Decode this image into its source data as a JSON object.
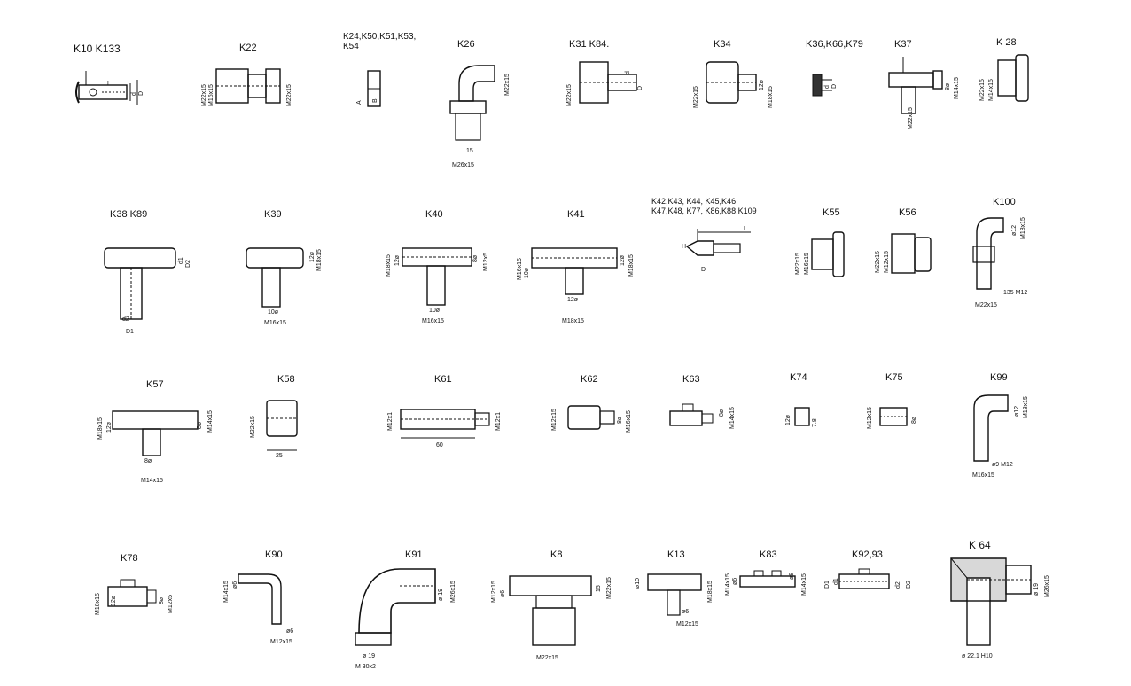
{
  "parts": [
    {
      "id": "k10",
      "label": "K10  K133",
      "dims": [
        "L",
        "D",
        "d"
      ]
    },
    {
      "id": "k22",
      "label": "K22",
      "dims": [
        "M22x15",
        "M16x15",
        "M22x15"
      ]
    },
    {
      "id": "k24",
      "label_lines": [
        "K24,K50,K51,K53,",
        "K54"
      ],
      "dims": [
        "A",
        "B"
      ]
    },
    {
      "id": "k26",
      "label": "K26",
      "dims": [
        "M22x15",
        "15",
        "M26x15"
      ]
    },
    {
      "id": "k31",
      "label": "K31 K84.",
      "dims": [
        "M22x15",
        "d",
        "D"
      ]
    },
    {
      "id": "k34",
      "label": "K34",
      "dims": [
        "M22x15",
        "12ø",
        "M18x15"
      ]
    },
    {
      "id": "k36",
      "label": "K36,K66,K79",
      "dims": [
        "d",
        "D"
      ]
    },
    {
      "id": "k37",
      "label": "K37",
      "dims": [
        "8ø",
        "M14x15",
        "M22x15"
      ]
    },
    {
      "id": "k28",
      "label": "K 28",
      "dims": [
        "M22x15",
        "M14x15"
      ]
    },
    {
      "id": "k38",
      "label": "K38 K89",
      "dims": [
        "d1",
        "D2",
        "d2",
        "D1"
      ]
    },
    {
      "id": "k39",
      "label": "K39",
      "dims": [
        "12ø",
        "M18x15",
        "10ø",
        "M16x15"
      ]
    },
    {
      "id": "k40",
      "label": "K40",
      "dims": [
        "M18x15",
        "12ø",
        "8ø",
        "M12x5",
        "10ø",
        "M16x15"
      ]
    },
    {
      "id": "k41",
      "label": "K41",
      "dims": [
        "M16x15",
        "10ø",
        "12ø",
        "M18x15",
        "12ø",
        "M18x15"
      ]
    },
    {
      "id": "k42",
      "label_lines": [
        "K42,K43, K44, K45,K46",
        "K47,K48, K77, K86,K88,K109"
      ],
      "dims": [
        "H",
        "D",
        "L"
      ]
    },
    {
      "id": "k55",
      "label": "K55",
      "dims": [
        "M22x15",
        "M16x15"
      ]
    },
    {
      "id": "k56",
      "label": "K56",
      "dims": [
        "M22x15",
        "M12x15"
      ]
    },
    {
      "id": "k100",
      "label": "K100",
      "dims": [
        "ø12",
        "M18x15",
        "135 M12",
        "M22x15"
      ]
    },
    {
      "id": "k57",
      "label": "K57",
      "dims": [
        "M18x15",
        "12ø",
        "8ø",
        "M14x15",
        "8ø",
        "M14x15"
      ]
    },
    {
      "id": "k58",
      "label": "K58",
      "dims": [
        "M22x15",
        "25"
      ]
    },
    {
      "id": "k61",
      "label": "K61",
      "dims": [
        "M12x1",
        "60",
        "M12x1"
      ]
    },
    {
      "id": "k62",
      "label": "K62",
      "dims": [
        "M12x15",
        "8ø",
        "M16x15"
      ]
    },
    {
      "id": "k63",
      "label": "K63",
      "dims": [
        "8ø",
        "M14x15"
      ]
    },
    {
      "id": "k74",
      "label": "K74",
      "dims": [
        "12ø",
        "7.8"
      ]
    },
    {
      "id": "k75",
      "label": "K75",
      "dims": [
        "M12x15",
        "8ø"
      ]
    },
    {
      "id": "k99",
      "label": "K99",
      "dims": [
        "ø12",
        "M18x15",
        "ø9 M12",
        "M16x15"
      ]
    },
    {
      "id": "k78",
      "label": "K78",
      "dims": [
        "M18x15",
        "12ø",
        "8ø",
        "M12x5"
      ]
    },
    {
      "id": "k90",
      "label": "K90",
      "dims": [
        "M14x15",
        "ø6",
        "ø6",
        "M12x15"
      ]
    },
    {
      "id": "k91",
      "label": "K91",
      "dims": [
        "ø 19",
        "M26x15",
        "ø 19",
        "M 30x2"
      ]
    },
    {
      "id": "k8",
      "label": "K8",
      "dims": [
        "M12x15",
        "ø6",
        "15",
        "M22x15",
        "M22x15"
      ]
    },
    {
      "id": "k13",
      "label": "K13",
      "dims": [
        "ø10",
        "M18x15",
        "ø6",
        "M12x15"
      ]
    },
    {
      "id": "k83",
      "label": "K83",
      "dims": [
        "M14x15",
        "ø6",
        "ø8",
        "M14x15"
      ]
    },
    {
      "id": "k92",
      "label": "K92,93",
      "dims": [
        "D1",
        "d1",
        "d2",
        "D2"
      ]
    },
    {
      "id": "k64",
      "label": "K 64",
      "dims": [
        "ø 19",
        "M26x15",
        "ø 22.1 H10"
      ]
    }
  ]
}
